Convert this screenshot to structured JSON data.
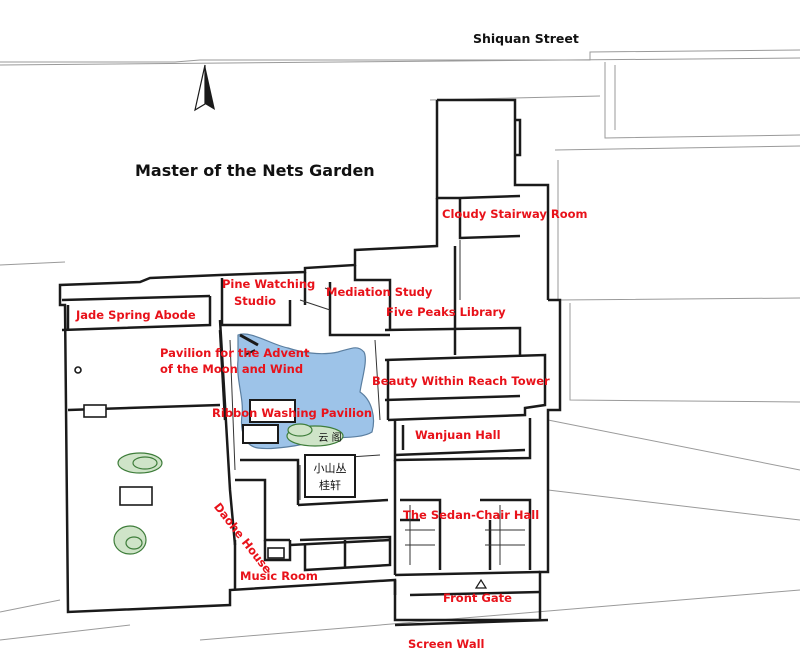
{
  "map": {
    "title": "Master of the Nets Garden",
    "street": "Shiquan Street",
    "north_arrow": "north-arrow-icon",
    "colors": {
      "walls": "#1a1a1a",
      "pond": "#9dc3e8",
      "labels": "#e8121a",
      "shrubs": "#3e7d3a"
    },
    "labels": {
      "cloudy_stairway_room": "Cloudy Stairway Room",
      "pine_watching_studio_1": "Pine Watching",
      "pine_watching_studio_2": "Studio",
      "mediation_study": "Mediation Study",
      "jade_spring_abode": "Jade Spring Abode",
      "five_peaks_library": "Five Peaks Library",
      "pavilion_advent_1": "Pavilion for the Advent",
      "pavilion_advent_2": "of the Moon and Wind",
      "beauty_within_reach_tower": "Beauty Within Reach Tower",
      "ribbon_washing_pavilion": "Ribbon Washing Pavilion",
      "wanjuan_hall": "Wanjuan Hall",
      "daohe_house": "Daohe House",
      "sedan_chair_hall": "The Sedan-Chair Hall",
      "music_room": "Music Room",
      "front_gate": "Front Gate",
      "screen_wall": "Screen Wall"
    },
    "plaque_1": "小山丛",
    "plaque_2": "桂轩",
    "plaque_small": "云  阁"
  }
}
